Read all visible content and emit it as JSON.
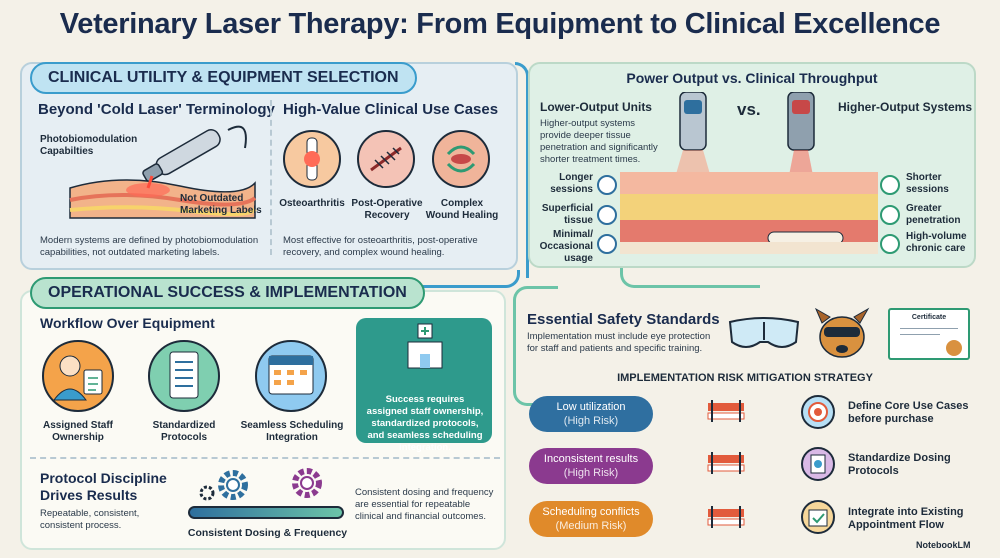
{
  "title": "Veterinary Laser Therapy: From Equipment to Clinical Excellence",
  "clinical": {
    "pill": "CLINICAL UTILITY & EQUIPMENT SELECTION",
    "beyond_heading": "Beyond 'Cold Laser' Terminology",
    "photo_label": "Photobiomodulation Capabilties",
    "outdated_label": "Not Outdated Marketing Labels",
    "beyond_caption": "Modern systems are defined by photobiomodulation capabilities, not outdated marketing labels.",
    "usecases_heading": "High-Value Clinical Use Cases",
    "usecases": [
      "Osteoarthritis",
      "Post-Operative Recovery",
      "Complex Wound Healing"
    ],
    "usecases_caption": "Most effective for osteoarthritis, post-operative recovery, and complex wound healing."
  },
  "power": {
    "heading": "Power Output vs. Clinical Throughput",
    "lower_title": "Lower-Output Units",
    "lower_desc": "Higher-output systems provide deeper tissue penetration and significantly shorter treatment times.",
    "vs": "vs.",
    "higher_title": "Higher-Output Systems",
    "left_labels": [
      "Longer sessions",
      "Superficial tissue",
      "Minimal/ Occasional usage"
    ],
    "right_labels": [
      "Shorter sessions",
      "Greater penetration",
      "High-volume chronic care"
    ]
  },
  "operational": {
    "pill": "OPERATIONAL SUCCESS & IMPLEMENTATION",
    "workflow_heading": "Workflow Over Equipment",
    "items": [
      "Assigned Staff Ownership",
      "Standardized Protocols",
      "Seamless Scheduling Integration"
    ],
    "success_text": "Success requires assigned staff ownership, standardized protocols, and seamless scheduling integration.",
    "protocol_heading": "Protocol Discipline Drives Results",
    "protocol_sub": "Repeatable, consistent, consistent process.",
    "dosing_label": "Consistent Dosing & Frequency",
    "protocol_caption": "Consistent dosing and frequency are essential for repeatable clinical and financial outcomes."
  },
  "safety": {
    "heading": "Essential Safety Standards",
    "desc": "Implementation must include eye protection for staff and patients and specific training.",
    "certificate": "Certificate"
  },
  "risk": {
    "heading": "IMPLEMENTATION RISK MITIGATION STRATEGY",
    "rows": [
      {
        "risk": "Low utilization",
        "level": "(High Risk)",
        "color": "#2f6fa0",
        "action": "Define Core Use Cases before purchase"
      },
      {
        "risk": "Inconsistent results",
        "level": "(High Risk)",
        "color": "#8b3a8f",
        "action": "Standardize Dosing Protocols"
      },
      {
        "risk": "Scheduling conflicts",
        "level": "(Medium Risk)",
        "color": "#e08a2a",
        "action": "Integrate into Existing Appointment Flow"
      }
    ]
  },
  "brand": "NotebookLM"
}
